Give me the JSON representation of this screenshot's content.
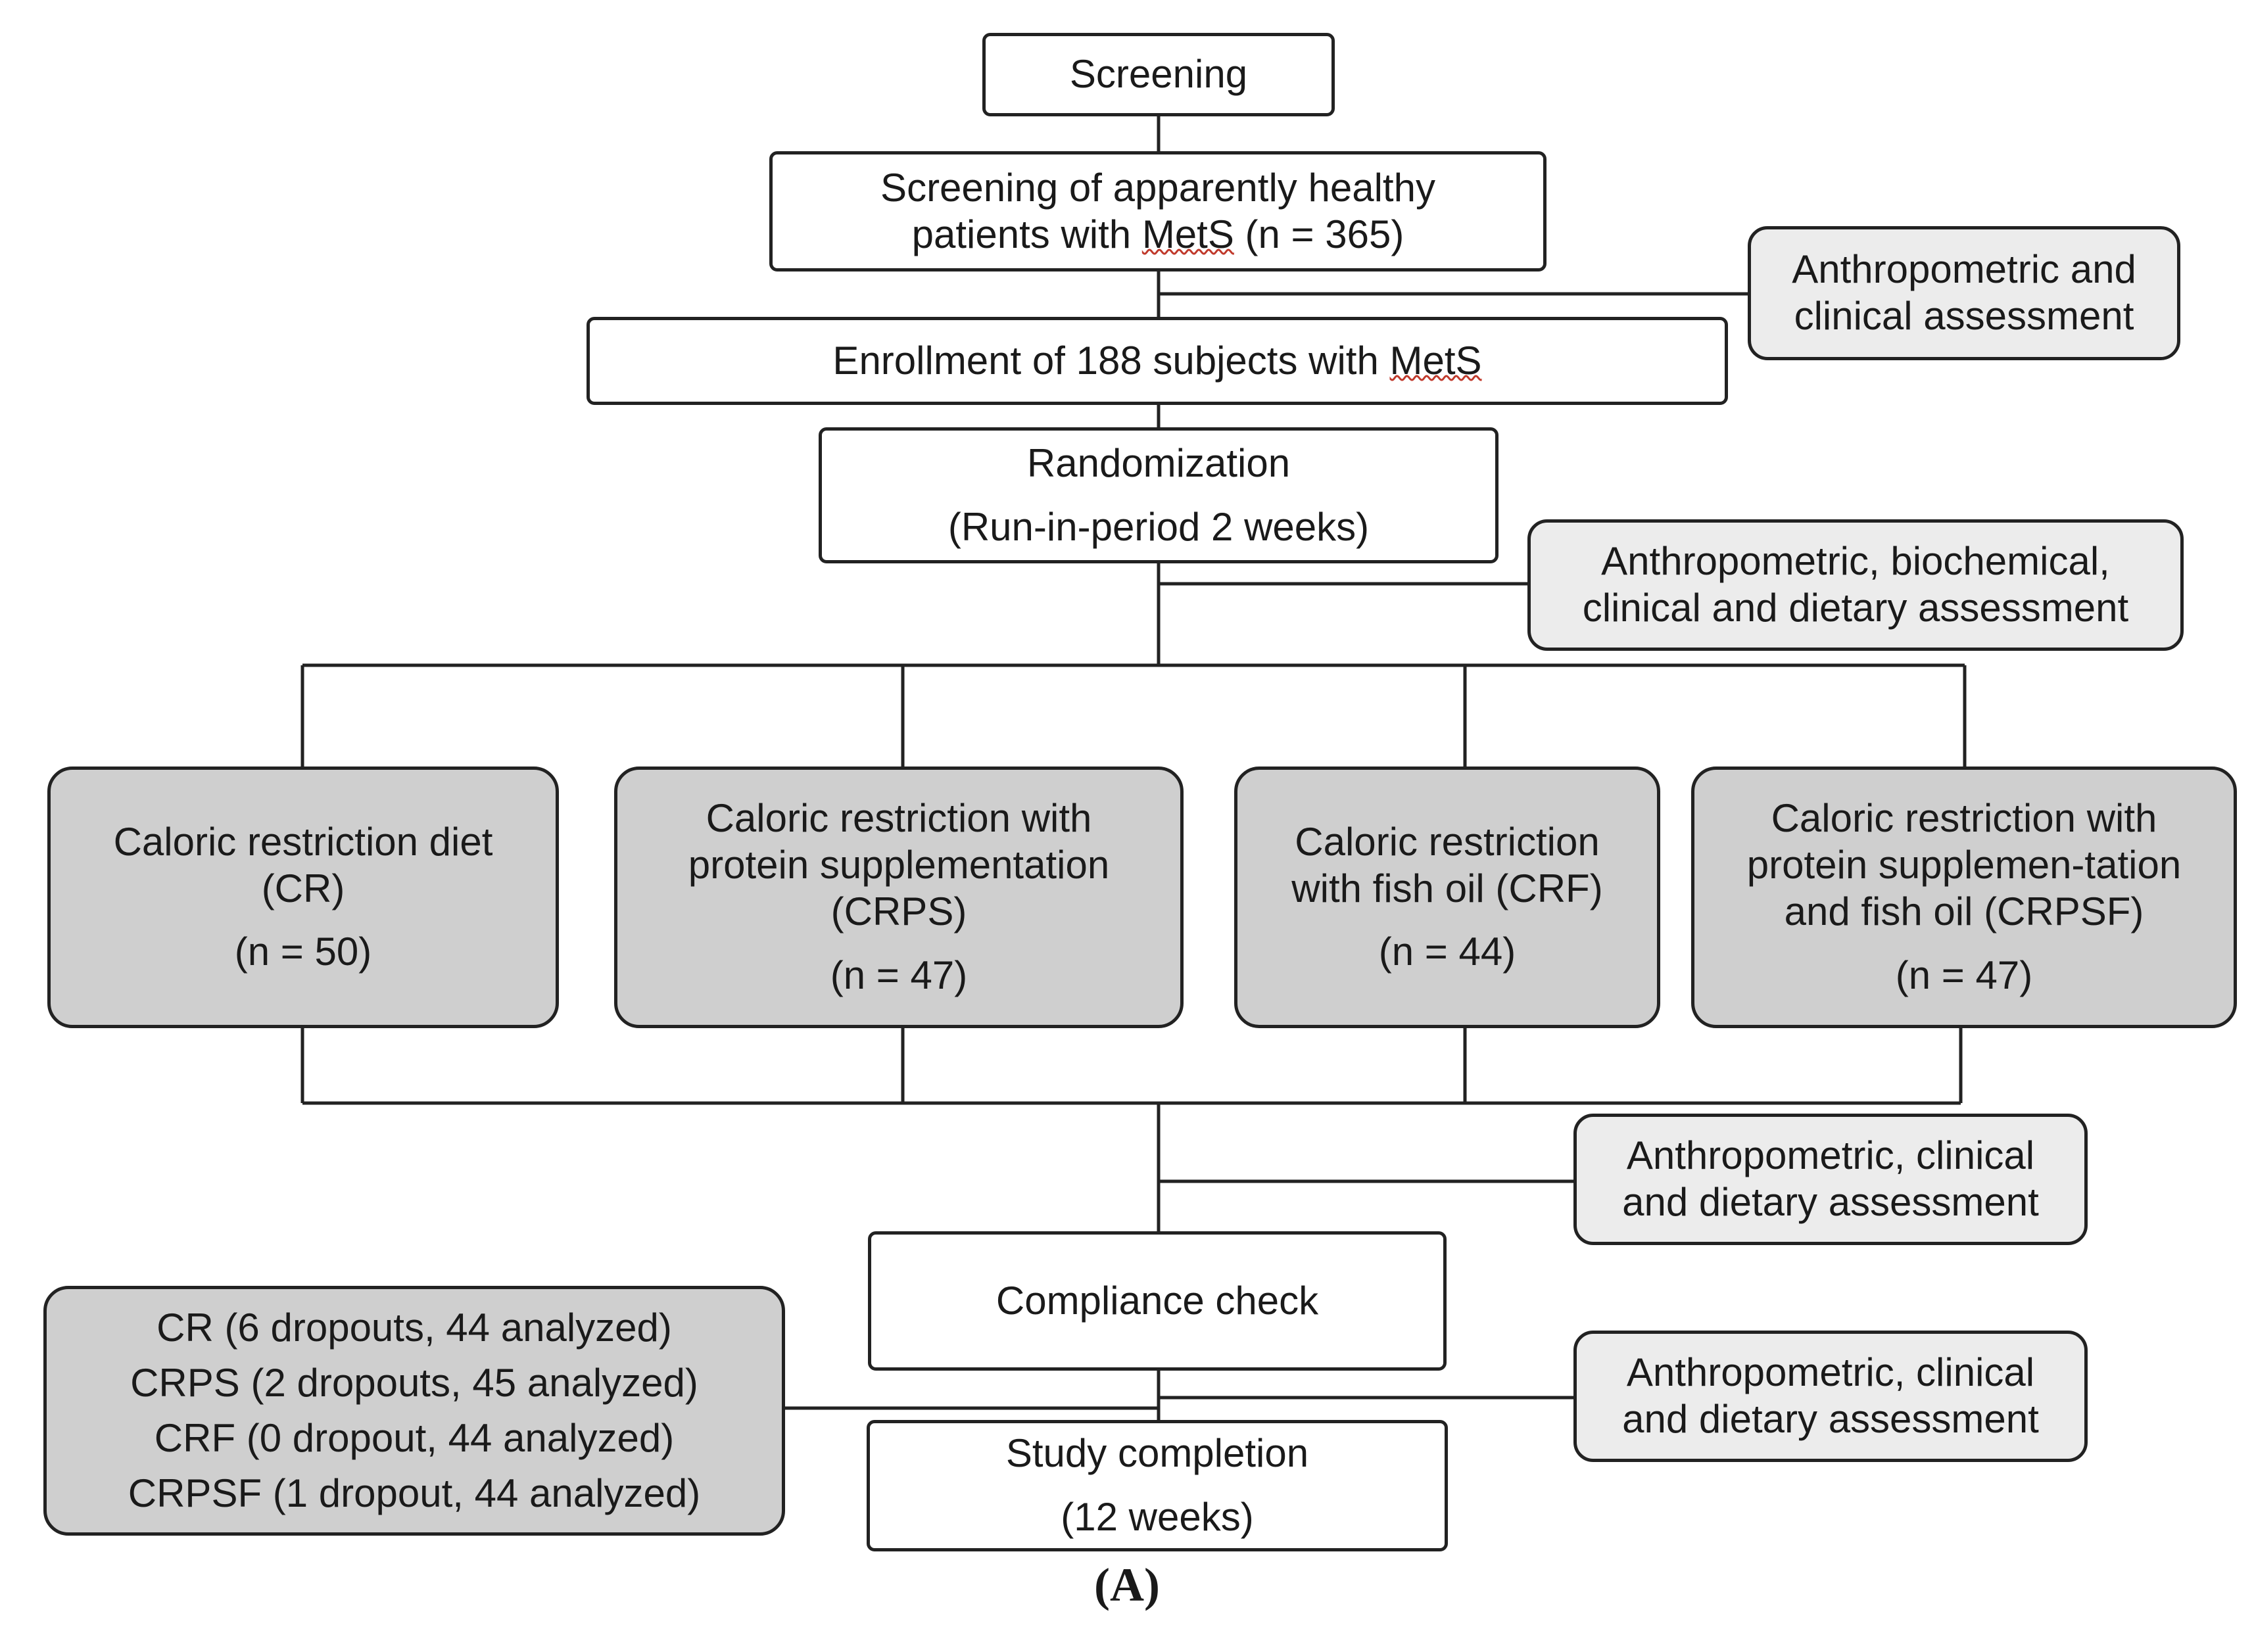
{
  "screening": {
    "label": "Screening"
  },
  "screening_healthy": {
    "line1": "Screening of apparently healthy",
    "line2_pre": "patients with ",
    "line2_mets": "MetS",
    "line2_post": " (n = 365)"
  },
  "assessment_1": {
    "line1": "Anthropometric and",
    "line2": "clinical assessment"
  },
  "enrollment": {
    "pre": "Enrollment of 188 subjects with ",
    "mets": "MetS"
  },
  "randomization": {
    "line1": "Randomization",
    "line2": "(Run-in-period 2 weeks)"
  },
  "assessment_2": {
    "line1": "Anthropometric, biochemical,",
    "line2": "clinical and dietary assessment"
  },
  "groups": [
    {
      "lines": [
        "Caloric restriction diet",
        "(CR)"
      ],
      "n": "(n = 50)"
    },
    {
      "lines": [
        "Caloric restriction with",
        "protein supplementation",
        "(CRPS)"
      ],
      "n": "(n = 47)"
    },
    {
      "lines": [
        "Caloric restriction",
        "with fish oil (CRF)"
      ],
      "n": "(n = 44)"
    },
    {
      "lines": [
        "Caloric restriction with",
        "protein supplemen-tation",
        "and fish oil (CRPSF)"
      ],
      "n": "(n = 47)"
    }
  ],
  "assessment_3": {
    "line1": "Anthropometric, clinical",
    "line2": "and dietary assessment"
  },
  "compliance": {
    "label": "Compliance check"
  },
  "dropouts": [
    "CR (6 dropouts, 44 analyzed)",
    "CRPS (2 dropouts, 45 analyzed)",
    "CRF (0 dropout, 44 analyzed)",
    "CRPSF (1 dropout, 44 analyzed)"
  ],
  "assessment_4": {
    "line1": "Anthropometric, clinical",
    "line2": "and dietary assessment"
  },
  "completion": {
    "line1": "Study completion",
    "line2": "(12 weeks)"
  },
  "caption": "(A)"
}
